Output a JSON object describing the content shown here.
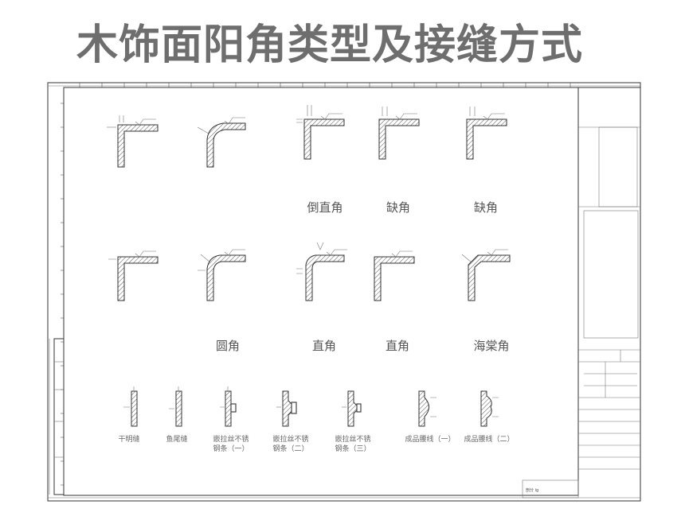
{
  "title": "木饰面阳角类型及接缝方式",
  "row1_labels": [
    "倒直角",
    "缺角",
    "缺角"
  ],
  "row2_labels": [
    "圆角",
    "直角",
    "直角",
    "海棠角"
  ],
  "row3_labels": [
    [
      "干明缝"
    ],
    [
      "鱼尾缝"
    ],
    [
      "嵌拉丝不锈",
      "钢条（一）"
    ],
    [
      "嵌拉丝不锈",
      "钢条（二）"
    ],
    [
      "嵌拉丝不锈",
      "钢条（三）"
    ],
    [
      "成品腰线（一）"
    ],
    [
      "成品腰线（二）"
    ]
  ],
  "title_block": {
    "footer_text": "剖分 ig"
  }
}
